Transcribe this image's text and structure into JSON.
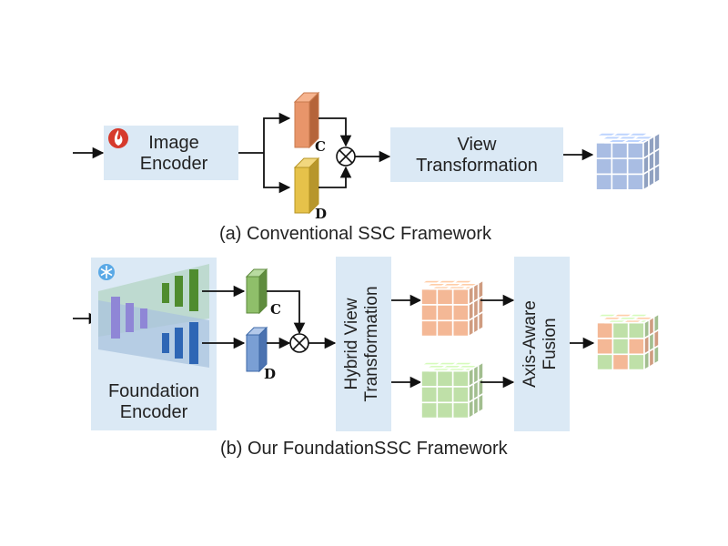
{
  "panel_a": {
    "image_encoder_label": "Image\nEncoder",
    "view_transformation_label": "View\nTransformation",
    "c_label": "C",
    "d_label": "D",
    "caption": "(a) Conventional SSC Framework",
    "fire_icon": "fire-icon",
    "colors": {
      "box": "#dbe9f5",
      "c_feature": "#e8956a",
      "d_feature": "#e6c24a",
      "voxel": "#a9bde3"
    }
  },
  "panel_b": {
    "foundation_encoder_label": "Foundation\nEncoder",
    "hybrid_view_label": "Hybrid View\nTransformation",
    "axis_aware_label": "Axis-Aware\nFusion",
    "c_label": "C",
    "d_label": "D",
    "caption": "(b) Our FoundationSSC Framework",
    "snowflake_icon": "snowflake-icon",
    "colors": {
      "box": "#dbe9f5",
      "c_feature": "#8fbf6a",
      "d_feature": "#7a9fd4",
      "voxel_orange": "#f4b896",
      "voxel_green": "#bfe0a8"
    }
  }
}
